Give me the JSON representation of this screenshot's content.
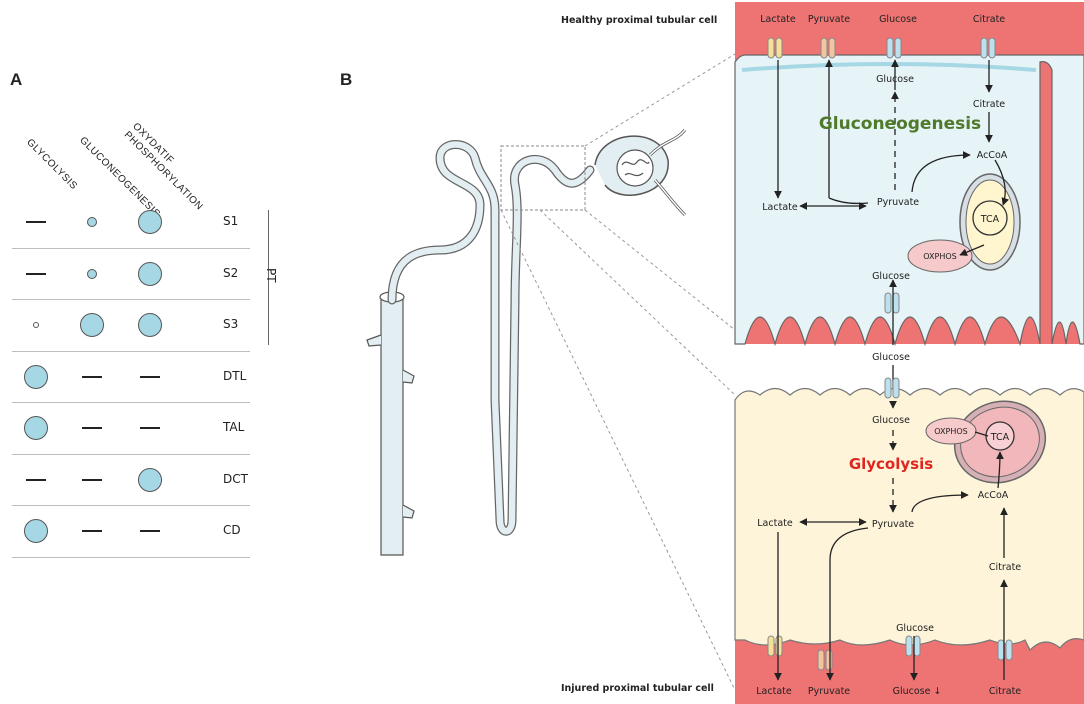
{
  "panels": {
    "a": "A",
    "b": "B"
  },
  "columns": [
    {
      "lines": [
        "GLYCOLYSIS"
      ]
    },
    {
      "lines": [
        "GLUCONEOGENESIS"
      ]
    },
    {
      "lines": [
        "OXYDATIF",
        "PHOSPHORYLATION"
      ]
    }
  ],
  "segments": [
    {
      "name": "S1",
      "levels": [
        0,
        1,
        3
      ]
    },
    {
      "name": "S2",
      "levels": [
        0,
        1,
        3
      ]
    },
    {
      "name": "S3",
      "levels": [
        0.5,
        3,
        3
      ]
    },
    {
      "name": "DTL",
      "levels": [
        3,
        0,
        0
      ]
    },
    {
      "name": "TAL",
      "levels": [
        3,
        0,
        0
      ]
    },
    {
      "name": "DCT",
      "levels": [
        0,
        0,
        3
      ]
    },
    {
      "name": "CD",
      "levels": [
        3,
        0,
        0
      ]
    }
  ],
  "group_label": "PT",
  "healthy": {
    "title": "Healthy proximal tubular cell",
    "top": [
      "Lactate",
      "Pyruvate",
      "Glucose",
      "Citrate"
    ],
    "glucose_mid": "Glucose",
    "citrate_mid": "Citrate",
    "acoa": "AcCoA",
    "lactate": "Lactate",
    "pyruvate": "Pyruvate",
    "pathway": "Gluconeogenesis",
    "tca": "TCA",
    "oxphos": "OXPHOS",
    "glucose_bottom": "Glucose"
  },
  "between": {
    "glucose": "Glucose"
  },
  "injured": {
    "title": "Injured proximal tubular cell",
    "glucose_top": "Glucose",
    "oxphos": "OXPHOS",
    "tca": "TCA",
    "pathway": "Glycolysis",
    "acoa": "AcCoA",
    "lactate": "Lactate",
    "pyruvate": "Pyruvate",
    "citrate_mid": "Citrate",
    "glucose_mid": "Glucose",
    "bottom": [
      "Lactate",
      "Pyruvate",
      "Glucose ↓",
      "Citrate"
    ]
  },
  "colors": {
    "cell_healthy": "#e6f3f7",
    "cell_injured": "#fdf4d9",
    "lumen": "#ee7373",
    "gluconeogenesis": "#4e7a2a",
    "glycolysis": "#e0251f",
    "dot_fill": "#a6d7e4",
    "oxphos_fill": "#f6c9cb",
    "tca_healthy": "#fff5cf",
    "tca_injured": "#f2b7bb"
  }
}
